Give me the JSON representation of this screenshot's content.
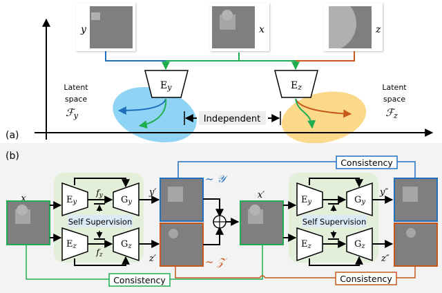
{
  "panel_a": {
    "label": "(a)",
    "inputs": {
      "y": {
        "label": "y"
      },
      "x": {
        "label": "x"
      },
      "z": {
        "label": "z"
      }
    },
    "encoder_y": {
      "main": "E",
      "sub": "y"
    },
    "encoder_z": {
      "main": "E",
      "sub": "z"
    },
    "latent_left": {
      "line1": "Latent",
      "line2": "space",
      "symbol": "ℱ",
      "sub": "y"
    },
    "latent_right": {
      "line1": "Latent",
      "line2": "space",
      "symbol": "ℱ",
      "sub": "z"
    },
    "independent_label": "Independent"
  },
  "panel_b": {
    "label": "(b)",
    "input_label": "x",
    "recon_input_label": "x′",
    "y_prime": "y′",
    "z_prime": "z′",
    "y_double": "y″",
    "z_double": "z″",
    "dist_y": "~ 𝒴",
    "dist_z": "~ 𝒵",
    "self_supervision": "Self Supervision",
    "f_y": {
      "main": "f",
      "sub": "y"
    },
    "f_z": {
      "main": "f",
      "sub": "z"
    },
    "E_y": {
      "main": "E",
      "sub": "y"
    },
    "E_z": {
      "main": "E",
      "sub": "z"
    },
    "G_y": {
      "main": "G",
      "sub": "y"
    },
    "G_z": {
      "main": "G",
      "sub": "z"
    },
    "consistency_top": "Consistency",
    "consistency_bottom_left": "Consistency",
    "consistency_bottom_right": "Consistency"
  },
  "colors": {
    "blue": "#1f6fbf",
    "green": "#1fae4f",
    "orange": "#c8581a",
    "latent_blue": "#8fd4f4",
    "latent_yellow": "#fbd98a",
    "panel_bg": "#f3f3f3",
    "block_bg": "#e3efd9",
    "image_gray": "#7f7f7f"
  }
}
